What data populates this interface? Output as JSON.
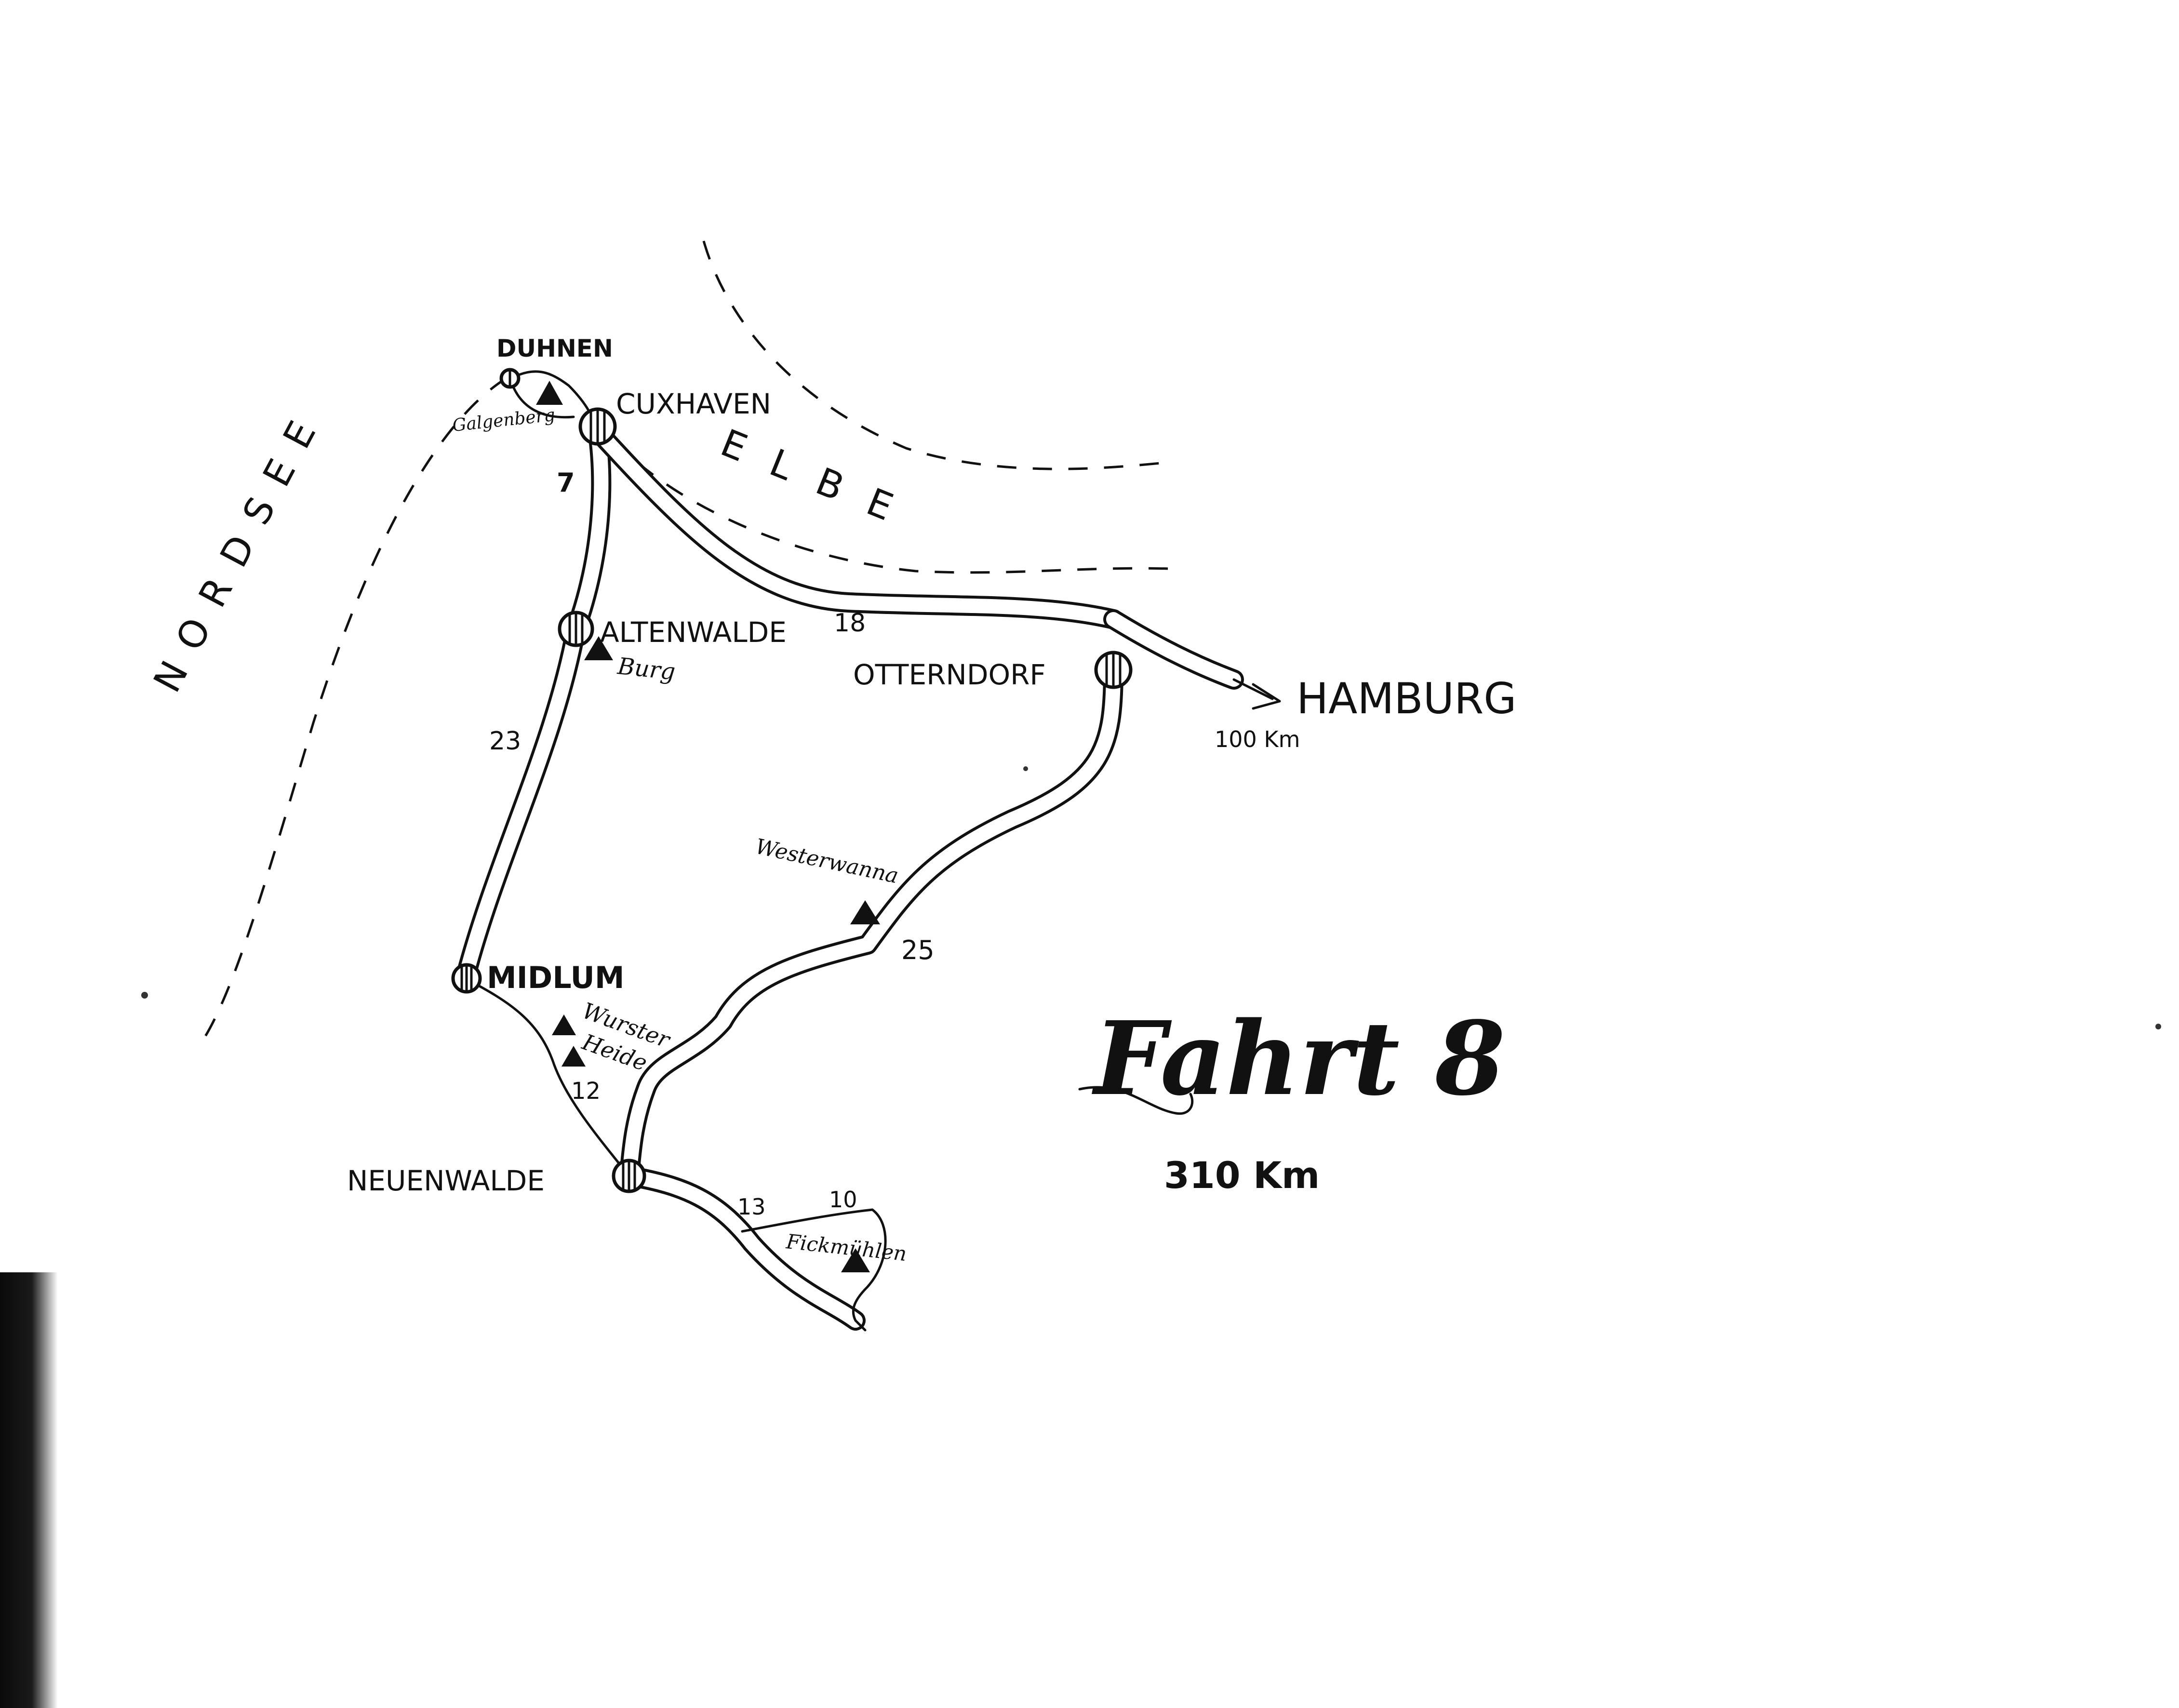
{
  "title": "Fahrt 8",
  "total_distance": "310 Km",
  "water": {
    "sea": "NORDSEE",
    "river": "ELBE"
  },
  "towns": {
    "duhnen": "DUHNEN",
    "cuxhaven": "CUXHAVEN",
    "altenwalde": "ALTENWALDE",
    "otterndorf": "OTTERNDORF",
    "midlum": "MIDLUM",
    "neuenwalde": "NEUENWALDE",
    "hamburg": "HAMBURG"
  },
  "sights": {
    "galgenberg": "Galgenberg",
    "burg": "Burg",
    "westerwanna": "Westerwanna",
    "wurster_heide_1": "Wurster",
    "wurster_heide_2": "Heide",
    "fickmuehlen": "Fickmühlen"
  },
  "distances": {
    "cuxhaven_altenwalde": "7",
    "altenwalde_midlum": "23",
    "cuxhaven_otterndorf": "18",
    "otterndorf_neuenwalde": "25",
    "midlum_neuenwalde": "12",
    "neuenwalde_loop_a": "13",
    "neuenwalde_loop_b": "10",
    "to_hamburg": "100 Km"
  }
}
